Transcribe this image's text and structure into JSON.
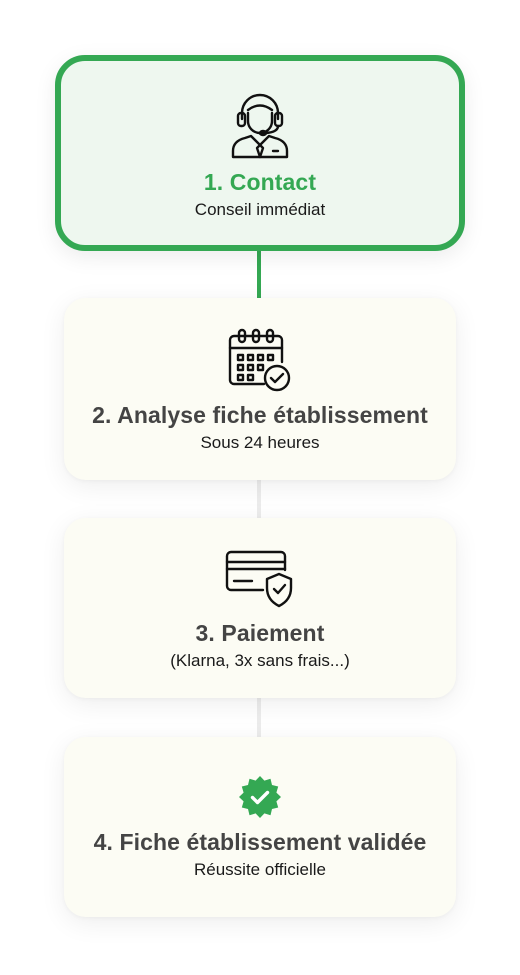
{
  "steps": [
    {
      "title": "1. Contact",
      "subtitle": "Conseil immédiat",
      "icon": "headset-agent-icon",
      "active": true
    },
    {
      "title": "2. Analyse fiche établissement",
      "subtitle": "Sous 24 heures",
      "icon": "calendar-check-icon",
      "active": false
    },
    {
      "title": "3. Paiement",
      "subtitle": "(Klarna, 3x sans frais...)",
      "icon": "card-shield-icon",
      "active": false
    },
    {
      "title": "4. Fiche établissement validée",
      "subtitle": "Réussite officielle",
      "icon": "verified-badge-icon",
      "active": false
    }
  ],
  "colors": {
    "accent": "#34a853",
    "title_inactive": "#444444",
    "card_bg": "#fcfcf4",
    "active_bg": "#eef7ef"
  }
}
